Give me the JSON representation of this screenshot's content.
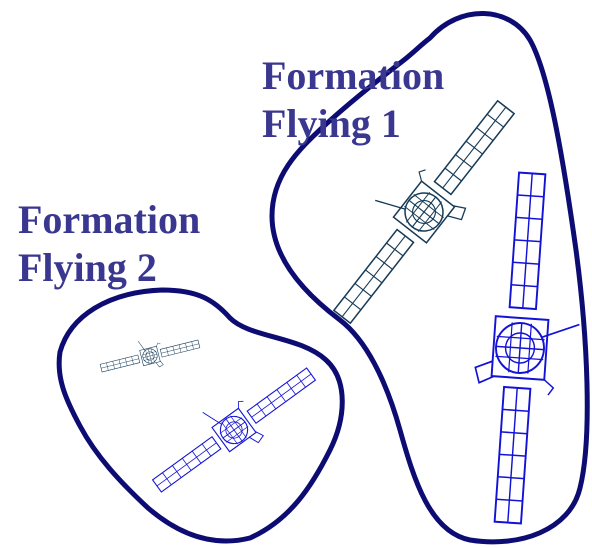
{
  "groups": [
    {
      "id": "formation-flying-1",
      "label_line1": "Formation",
      "label_line2": "Flying 1",
      "satellite_count": 2
    },
    {
      "id": "formation-flying-2",
      "label_line1": "Formation",
      "label_line2": "Flying 2",
      "satellite_count": 2
    }
  ],
  "colors": {
    "boundary": "#0d0c73",
    "label": "#3a3790",
    "satellite_dark": "#173b57",
    "satellite_blue": "#1313d6"
  },
  "icons": {
    "satellite": "satellite-icon"
  }
}
